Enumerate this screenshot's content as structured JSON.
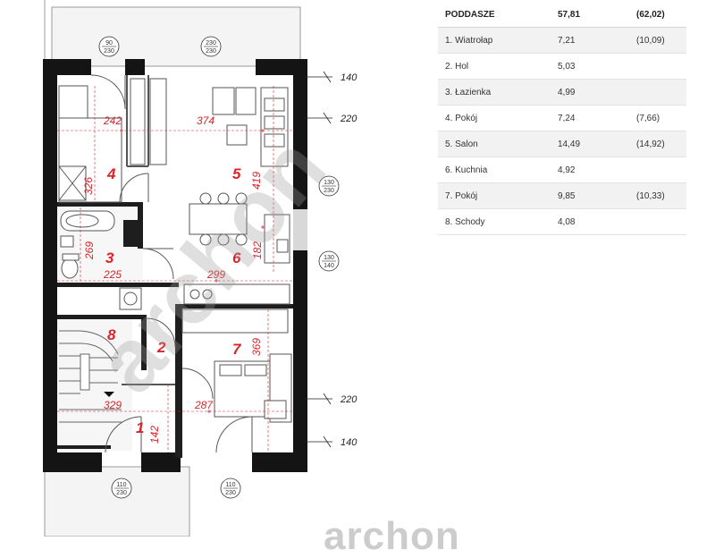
{
  "summary": {
    "level": "PODDASZE",
    "area": "57,81",
    "area_total": "(62,02)"
  },
  "rooms": [
    {
      "name": "1. Wiatrołap",
      "area": "7,21",
      "area2": "(10,09)"
    },
    {
      "name": "2. Hol",
      "area": "5,03",
      "area2": ""
    },
    {
      "name": "3. Łazienka",
      "area": "4,99",
      "area2": ""
    },
    {
      "name": "4. Pokój",
      "area": "7,24",
      "area2": "(7,66)"
    },
    {
      "name": "5. Salon",
      "area": "14,49",
      "area2": "(14,92)"
    },
    {
      "name": "6. Kuchnia",
      "area": "4,92",
      "area2": ""
    },
    {
      "name": "7. Pokój",
      "area": "9,85",
      "area2": "(10,33)"
    },
    {
      "name": "8. Schody",
      "area": "4,08",
      "area2": ""
    }
  ],
  "plan": {
    "room_numbers": [
      "1",
      "2",
      "3",
      "4",
      "5",
      "6",
      "7",
      "8"
    ],
    "room_dims": {
      "r4_w": "242",
      "r4_h": "326",
      "r5_w": "374",
      "r5_h": "419",
      "r3_w": "225",
      "r3_h": "269",
      "r6_w": "299",
      "r6_h": "182",
      "r7_w": "287",
      "r7_h": "369",
      "r1_w": "329",
      "r1_h": "142"
    },
    "window_badges": {
      "top_left": [
        "90",
        "230"
      ],
      "top_mid": [
        "230",
        "230"
      ],
      "right_upper": [
        "130",
        "230"
      ],
      "right_mid": [
        "130",
        "140"
      ],
      "bottom_left": [
        "110",
        "230"
      ],
      "bottom_mid": [
        "110",
        "230"
      ]
    },
    "side_levels": [
      "140",
      "220",
      "220",
      "140"
    ]
  },
  "watermark": {
    "brand": "archon",
    "logo_text": "archon"
  }
}
